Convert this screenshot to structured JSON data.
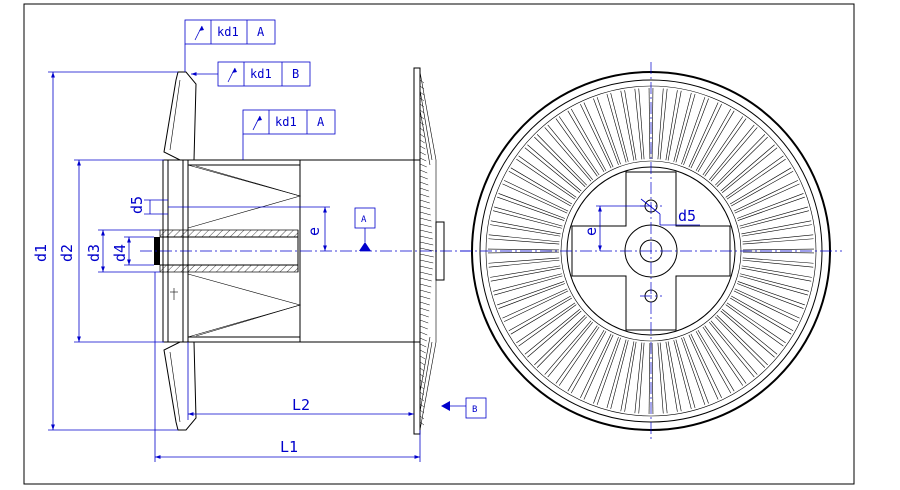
{
  "colors": {
    "line": "#000000",
    "dimension": "#0000cc",
    "background": "#ffffff"
  },
  "tolerance_frames": [
    {
      "symbol": "runout",
      "value": "kd1",
      "datum": "A"
    },
    {
      "symbol": "runout",
      "value": "kd1",
      "datum": "B"
    },
    {
      "symbol": "runout",
      "value": "kd1",
      "datum": "A"
    }
  ],
  "datums": {
    "a": "A",
    "b": "B"
  },
  "dimensions": {
    "d1": "d1",
    "d2": "d2",
    "d3": "d3",
    "d4": "d4",
    "d5_side": "d5",
    "d5_front": "d5",
    "e_side": "e",
    "e_front": "e",
    "L1": "L1",
    "L2": "L2"
  },
  "front_view": {
    "rib_count": 72
  }
}
